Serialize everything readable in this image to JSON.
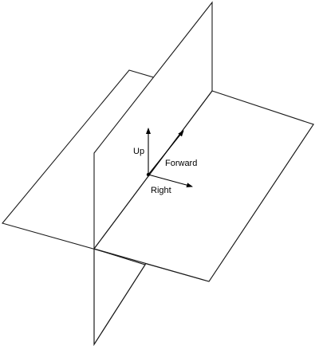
{
  "labels": {
    "up": "Up",
    "forward": "Forward",
    "right": "Right"
  },
  "colors": {
    "line": "#1a1a1a",
    "background": "#ffffff"
  }
}
